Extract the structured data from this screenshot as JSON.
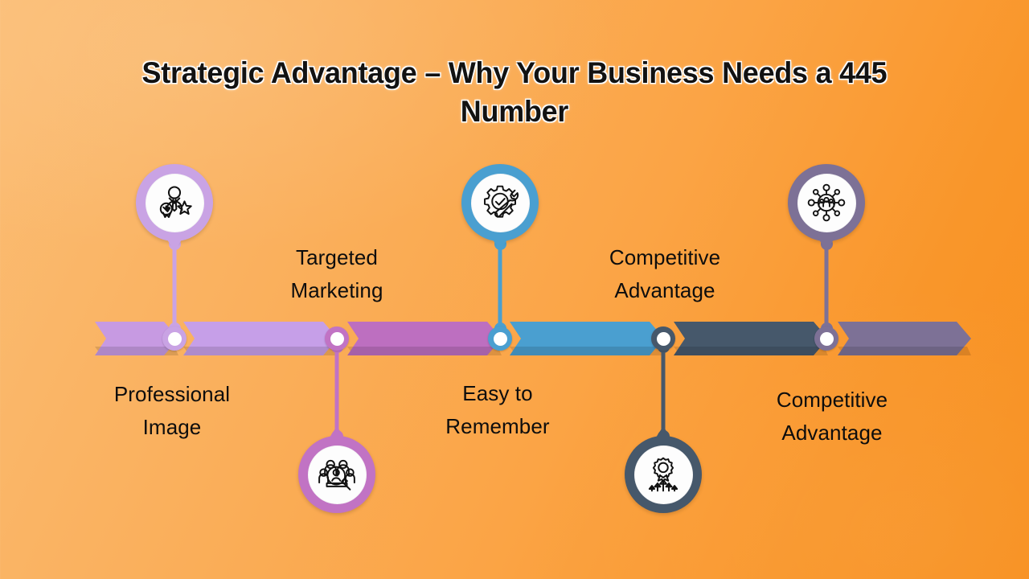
{
  "title": "Strategic Advantage – Why Your Business Needs a 445 Number",
  "background": {
    "gradient_from": "#fbbd74",
    "gradient_to": "#f8901f"
  },
  "timeline": {
    "bar_segments": [
      {
        "color": "#c79ae2",
        "shade": "#b186cc"
      },
      {
        "color": "#c69fe8",
        "shade": "#ad86cc"
      },
      {
        "color": "#bd6fc0",
        "shade": "#a55faa"
      },
      {
        "color": "#4a9fd0",
        "shade": "#3d86b1"
      },
      {
        "color": "#46586b",
        "shade": "#3a4958"
      },
      {
        "color": "#7d7196",
        "shade": "#6a6081"
      }
    ],
    "steps": [
      {
        "id": "professional-image",
        "label_line1": "Professional",
        "label_line2": "Image",
        "position": "below",
        "color": "#c9a3e4",
        "icon": "person-badge-star-icon"
      },
      {
        "id": "targeted-marketing",
        "label_line1": "Targeted",
        "label_line2": "Marketing",
        "position": "above",
        "color": "#c173c4",
        "icon": "audience-magnifier-icon"
      },
      {
        "id": "easy-to-remember",
        "label_line1": "Easy to",
        "label_line2": "Remember",
        "position": "below",
        "color": "#4a9fd0",
        "icon": "gear-check-wrench-icon"
      },
      {
        "id": "competitive-advantage-4",
        "label_line1": "Competitive",
        "label_line2": "Advantage",
        "position": "above",
        "color": "#46586b",
        "icon": "award-growth-arrows-icon"
      },
      {
        "id": "competitive-advantage-5",
        "label_line1": "Competitive",
        "label_line2": "Advantage",
        "position": "below",
        "color": "#7d7196",
        "icon": "network-people-hub-icon"
      }
    ]
  }
}
